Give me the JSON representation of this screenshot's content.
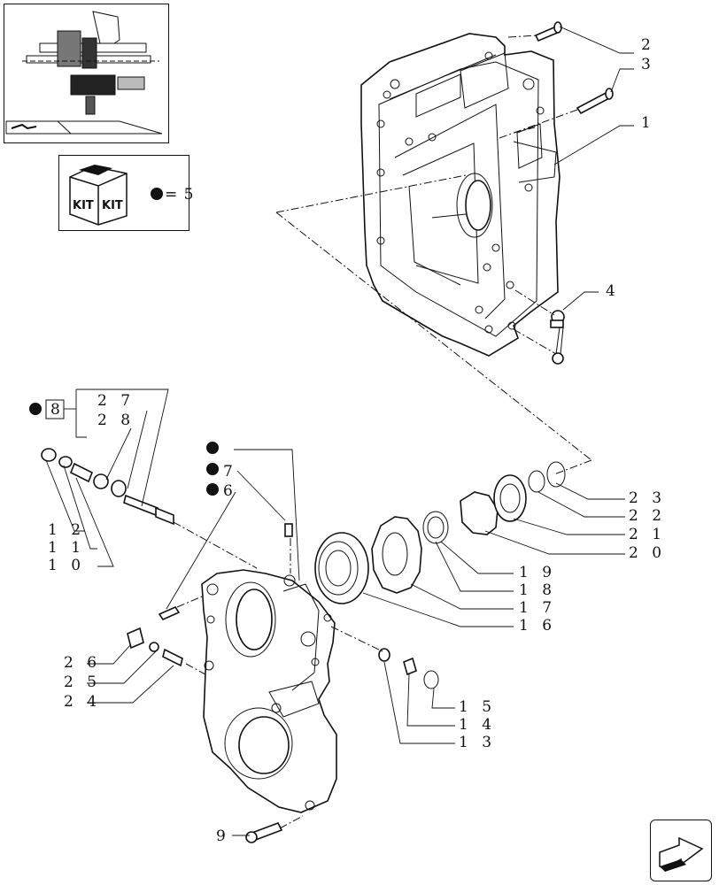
{
  "kit_legend": {
    "equals": "= 5",
    "kit_text": "KIT"
  },
  "callouts": {
    "c1": "1",
    "c2": "2",
    "c3": "3",
    "c4": "4",
    "c6": "6",
    "c7": "7",
    "c8": "8",
    "c9": "9",
    "c10": "1 0",
    "c11": "1 1",
    "c12": "1 2",
    "c13": "1 3",
    "c14": "1 4",
    "c15": "1 5",
    "c16": "1 6",
    "c17": "1 7",
    "c18": "1 8",
    "c19": "1 9",
    "c20": "2 0",
    "c21": "2 1",
    "c22": "2 2",
    "c23": "2 3",
    "c24": "2 4",
    "c25": "2 5",
    "c26": "2 6",
    "c27": "2 7",
    "c28": "2 8"
  },
  "icons": {
    "thumbnail": "assembly-thumbnail-icon",
    "kit": "kit-box-icon",
    "bullet": "kit-bullet-icon",
    "nav": "next-page-arrow-icon"
  }
}
